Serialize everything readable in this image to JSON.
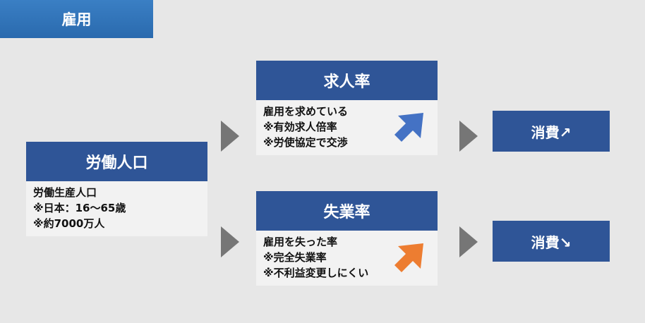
{
  "header": {
    "title": "雇用"
  },
  "labor": {
    "title": "労働人口",
    "lines": [
      "労働生産人口",
      "※日本：16～65歳",
      "※約7000万人"
    ]
  },
  "job_offer": {
    "title": "求人率",
    "lines": [
      "雇用を求めている",
      "※有効求人倍率",
      "※労使協定で交渉"
    ],
    "trend_icon": "up-right-arrow-icon",
    "trend_color": "#4472c4"
  },
  "unemployment": {
    "title": "失業率",
    "lines": [
      "雇用を失った率",
      "※完全失業率",
      "※不利益変更しにくい"
    ],
    "trend_icon": "up-right-arrow-icon",
    "trend_color": "#ed7d31"
  },
  "consumption_up": {
    "label": "消費↗"
  },
  "consumption_down": {
    "label": "消費↘"
  },
  "colors": {
    "box_blue": "#2f5597",
    "box_body": "#f2f2f2",
    "connector_gray": "#767676",
    "background": "#e7e7e7"
  }
}
